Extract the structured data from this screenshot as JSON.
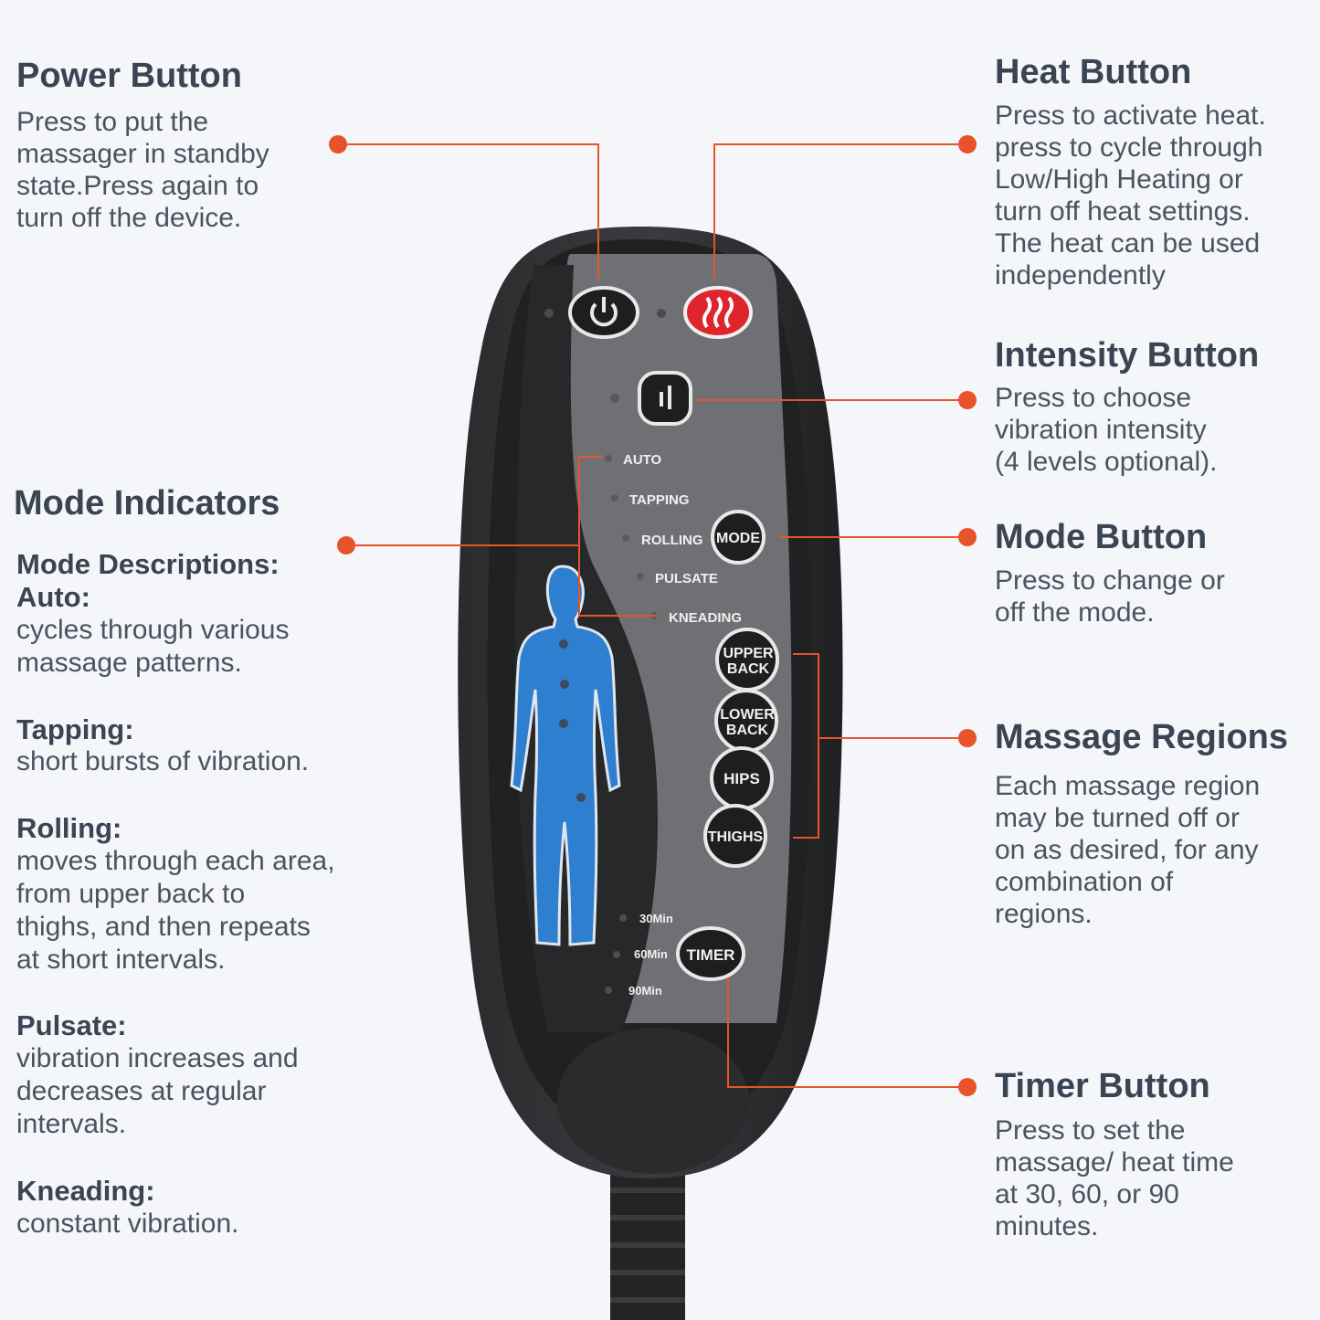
{
  "power": {
    "title": "Power Button",
    "desc": "Press to put the\nmassager in standby\nstate.Press again to\nturn off the device."
  },
  "heat": {
    "title": "Heat Button",
    "desc": "Press to activate heat.\npress to cycle through\nLow/High Heating or\nturn off heat settings.\nThe heat can be used\nindependently"
  },
  "intensity": {
    "title": "Intensity Button",
    "desc": "Press to choose\nvibration intensity\n(4 levels optional)."
  },
  "mode_button": {
    "title": "Mode Button",
    "desc": "Press to change or\noff the mode."
  },
  "regions": {
    "title": "Massage Regions",
    "desc": "Each massage region\nmay be turned off or\non as desired, for any\ncombination of\nregions."
  },
  "timer": {
    "title": "Timer Button",
    "desc": "Press to set the\nmassage/ heat time\nat 30, 60, or 90\nminutes."
  },
  "mode_indicators": {
    "title": "Mode Indicators",
    "heading": "Mode Descriptions:",
    "auto_label": "Auto:",
    "auto_desc": "cycles through various\nmassage patterns.",
    "tapping_label": "Tapping:",
    "tapping_desc": "short bursts of vibration.",
    "rolling_label": "Rolling:",
    "rolling_desc": "moves through each area,\nfrom upper back to\nthighs, and then repeats\nat short intervals.",
    "pulsate_label": "Pulsate:",
    "pulsate_desc": "vibration increases and\ndecreases at regular\nintervals.",
    "kneading_label": "Kneading:",
    "kneading_desc": "constant vibration."
  },
  "remote": {
    "modes": [
      "AUTO",
      "TAPPING",
      "ROLLING",
      "PULSATE",
      "KNEADING"
    ],
    "mode_btn": "MODE",
    "upper_back": [
      "UPPER",
      "BACK"
    ],
    "lower_back": [
      "LOWER",
      "BACK"
    ],
    "hips": "HIPS",
    "thighs": "THIGHS",
    "timer_btn": "TIMER",
    "timer_options": [
      "30Min",
      "60Min",
      "90Min"
    ]
  },
  "colors": {
    "accent": "#e8542a",
    "heat_button": "#e0242b",
    "body_figure": "#2f7fd0",
    "text_dark": "#3b4452"
  }
}
